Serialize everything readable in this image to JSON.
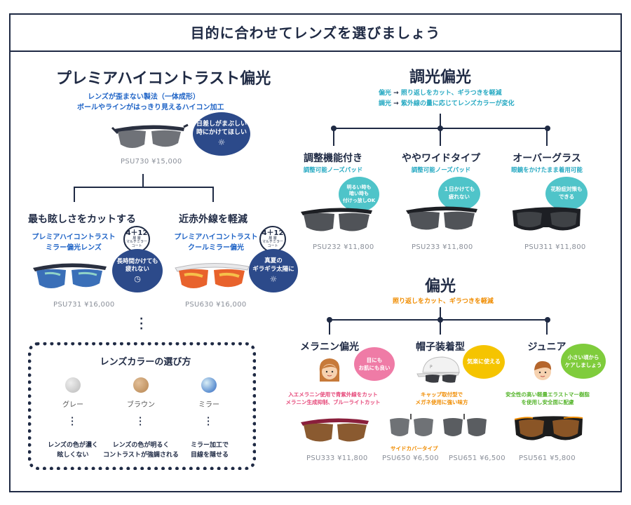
{
  "title": "目的に合わせてレンズを選びましょう",
  "premium": {
    "heading": "プレミアハイコントラスト偏光",
    "desc1": "レンズが歪まない製法（一体成形）",
    "desc2": "ボールやラインがはっきり見えるハイコン加工",
    "bubble1": "日差しがまぶしい",
    "bubble2": "時にかけてほしい",
    "price": "PSU730  ¥15,000",
    "left": {
      "heading": "最も眩しさをカットする",
      "sub1": "プレミアハイコントラスト",
      "sub2": "ミラー偏光レンズ",
      "badge_num": "4＋12",
      "badge_sub1": "層 層",
      "badge_sub2": "マルチミラー",
      "badge_sub3": "コート",
      "bubble1": "長時間かけても",
      "bubble2": "疲れない",
      "price": "PSU731  ¥16,000"
    },
    "right": {
      "heading": "近赤外線を軽減",
      "sub1": "プレミアハイコントラスト",
      "sub2": "クールミラー偏光",
      "badge_num": "4＋12",
      "badge_sub1": "層 層",
      "badge_sub2": "マルチミラー",
      "badge_sub3": "コート",
      "bubble1": "真夏の",
      "bubble2": "ギラギラ太陽に",
      "price": "PSU630  ¥16,000"
    }
  },
  "lens_colors": {
    "heading": "レンズカラーの選び方",
    "items": [
      {
        "name": "グレー",
        "desc1": "レンズの色が濃く",
        "desc2": "眩しくない",
        "color": "#c8c8c8"
      },
      {
        "name": "ブラウン",
        "desc1": "レンズの色が明るく",
        "desc2": "コントラストが強調される",
        "color": "#c79a6c"
      },
      {
        "name": "ミラー",
        "desc1": "ミラー加工で",
        "desc2": "目線を隠せる",
        "color": "#6fa8d6"
      }
    ]
  },
  "dimming": {
    "heading": "調光偏光",
    "line1_a": "偏光",
    "line1_b": "照り返しをカット、ギラつきを軽減",
    "line2_a": "調光",
    "line2_b": "紫外線の量に応じてレンズカラーが変化",
    "items": [
      {
        "name": "調整機能付き",
        "sub": "調整可能ノーズパッド",
        "bubble": [
          "明るい時も",
          "暗い時も",
          "付けっ放しOK"
        ],
        "price": "PSU232  ¥11,800"
      },
      {
        "name": "ややワイドタイプ",
        "sub": "調整可能ノーズパッド",
        "bubble": [
          "１日かけても",
          "疲れない"
        ],
        "price": "PSU233  ¥11,800"
      },
      {
        "name": "オーバーグラス",
        "sub": "眼鏡をかけたまま着用可能",
        "bubble": [
          "花粉症対策も",
          "できる"
        ],
        "price": "PSU311  ¥11,800"
      }
    ]
  },
  "polarized": {
    "heading": "偏光",
    "sub": "照り返しをカット、ギラつきを軽減",
    "items": [
      {
        "name": "メラニン偏光",
        "bubble": [
          "目にも",
          "お肌にも良い"
        ],
        "desc1": "入エメラニン使用で青紫外線をカット",
        "desc2": "メラニン生成抑制、ブルーライトカット"
      },
      {
        "name": "帽子装着型",
        "bubble": [
          "気楽に使える"
        ],
        "desc1": "キャップ取付型で",
        "desc2": "メガネ使用に強い味方",
        "tag": "サイドカバータイプ"
      },
      {
        "name": "ジュニア",
        "bubble": [
          "小さい頃から",
          "ケアしましょう"
        ],
        "desc1": "安全性の高い軽量エラストマー樹脂",
        "desc2": "を使用し安全面に配慮"
      }
    ],
    "prices": [
      "PSU333  ¥11,800",
      "PSU650  ¥6,500",
      "PSU651  ¥6,500",
      "PSU561  ¥5,800"
    ]
  }
}
